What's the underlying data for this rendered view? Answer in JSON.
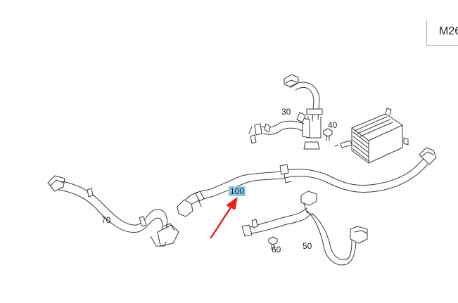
{
  "model_tag": "M26",
  "parts": [
    {
      "id": "label-30",
      "text": "30",
      "highlighted": false
    },
    {
      "id": "label-40",
      "text": "40",
      "highlighted": false
    },
    {
      "id": "label-100",
      "text": "100",
      "highlighted": true
    },
    {
      "id": "label-70",
      "text": "70",
      "highlighted": false
    },
    {
      "id": "label-60",
      "text": "60",
      "highlighted": false
    },
    {
      "id": "label-50",
      "text": "50",
      "highlighted": false
    }
  ],
  "colors": {
    "highlight": "#8cc8e4",
    "arrow": "#e8201a",
    "line": "#3a3a3a"
  },
  "icons": [
    "red-pointer-arrow",
    "oil-cooler-drawing",
    "hose-drawing",
    "bolt-drawing",
    "clamp-drawing"
  ]
}
